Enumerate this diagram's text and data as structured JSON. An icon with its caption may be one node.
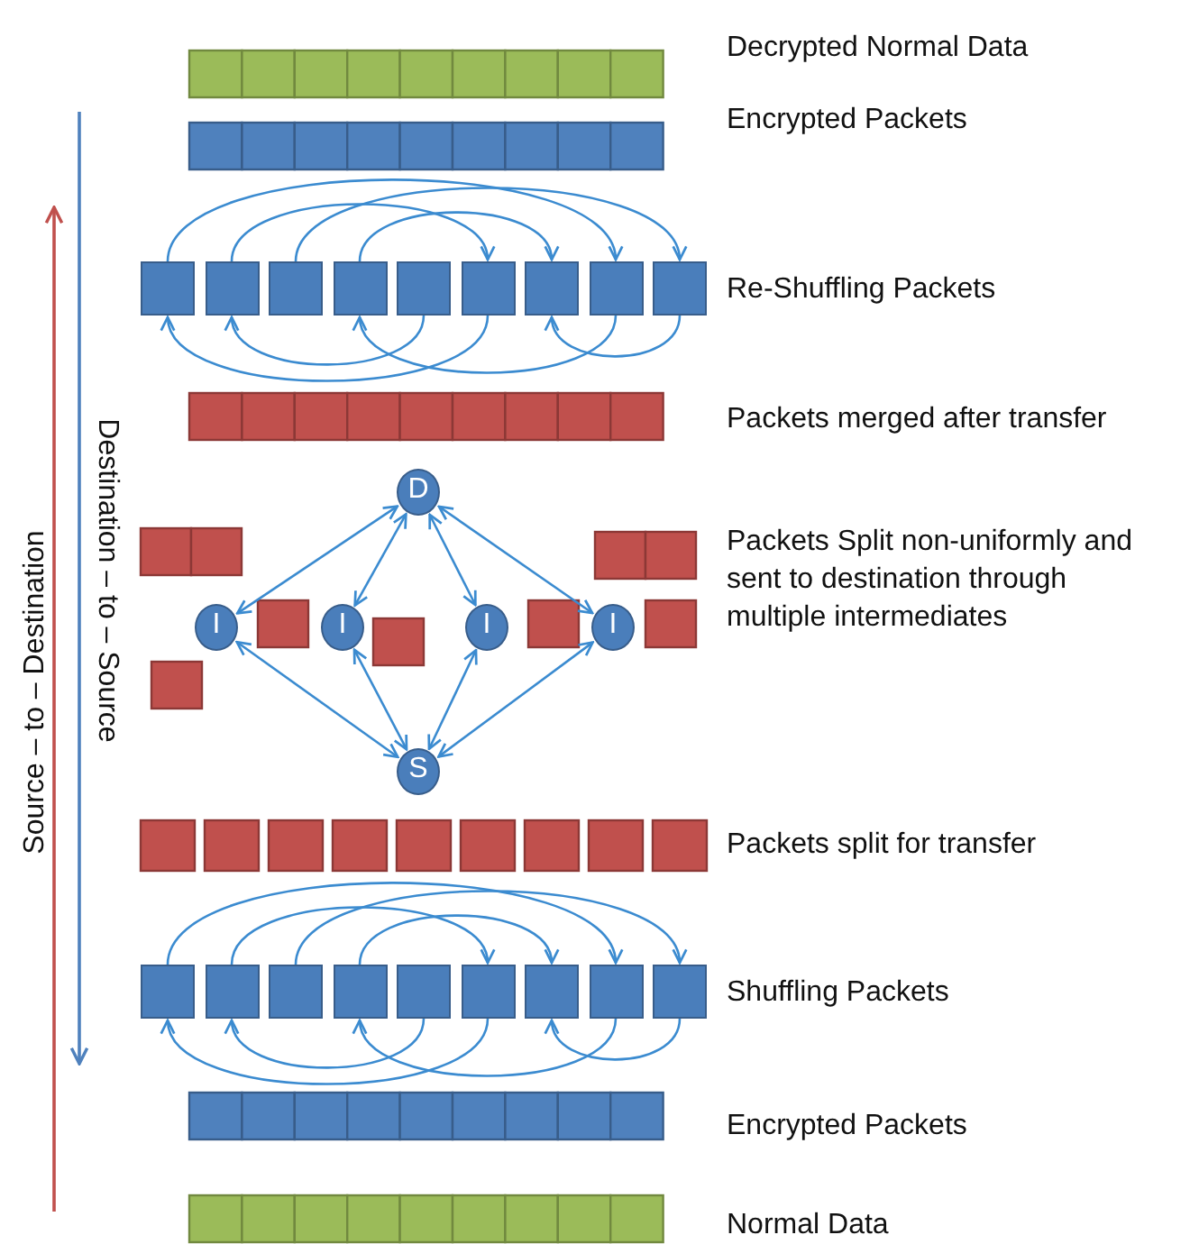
{
  "diagram": {
    "nodes": [
      {
        "text": [],
        "shape": "box"
      },
      {
        "text": [],
        "shape": "box"
      },
      {
        "text": [],
        "shape": "box"
      },
      {
        "text": [],
        "shape": "box"
      },
      {
        "text": [],
        "shape": "box"
      },
      {
        "text": [],
        "shape": "box"
      },
      {
        "text": [],
        "shape": "box"
      },
      {
        "text": [],
        "shape": "box"
      },
      {
        "text": [],
        "shape": "box"
      },
      {
        "text": [
          "D"
        ]
      },
      {
        "text": [
          "I"
        ]
      },
      {
        "text": [
          "I"
        ]
      },
      {
        "text": [
          "I"
        ]
      },
      {
        "text": [
          "I"
        ]
      },
      {
        "text": [
          "S"
        ]
      },
      {
        "text": [],
        "shape": "box"
      },
      {
        "text": [],
        "shape": "box"
      },
      {
        "text": [],
        "shape": "box"
      },
      {
        "text": [],
        "shape": "box"
      },
      {
        "text": [],
        "shape": "box"
      },
      {
        "text": [],
        "shape": "box"
      },
      {
        "text": [],
        "shape": "box"
      },
      {
        "text": [],
        "shape": "box"
      },
      {
        "text": [],
        "shape": "box"
      }
    ],
    "edges": [
      {
        "from": 0,
        "to": 7,
        "arrow": "to"
      },
      {
        "from": 1,
        "to": 5,
        "arrow": "to"
      },
      {
        "from": 2,
        "to": 8,
        "arrow": "to"
      },
      {
        "from": 3,
        "to": 6,
        "arrow": "to"
      },
      {
        "from": 4,
        "to": 1,
        "arrow": "to"
      },
      {
        "from": 5,
        "to": 0,
        "arrow": "to"
      },
      {
        "from": 7,
        "to": 3,
        "arrow": "to"
      },
      {
        "from": 8,
        "to": 6,
        "arrow": "to"
      },
      {
        "from": 9,
        "to": 10,
        "arrow": "both"
      },
      {
        "from": 9,
        "to": 11,
        "arrow": "both"
      },
      {
        "from": 9,
        "to": 12,
        "arrow": "both"
      },
      {
        "from": 9,
        "to": 13,
        "arrow": "both"
      },
      {
        "from": 10,
        "to": 14,
        "arrow": "both"
      },
      {
        "from": 11,
        "to": 14,
        "arrow": "both"
      },
      {
        "from": 12,
        "to": 14,
        "arrow": "both"
      },
      {
        "from": 13,
        "to": 14,
        "arrow": "both"
      },
      {
        "from": 15,
        "to": 22,
        "arrow": "to"
      },
      {
        "from": 16,
        "to": 20,
        "arrow": "to"
      },
      {
        "from": 17,
        "to": 23,
        "arrow": "to"
      },
      {
        "from": 18,
        "to": 21,
        "arrow": "to"
      },
      {
        "from": 19,
        "to": 16,
        "arrow": "to"
      },
      {
        "from": 20,
        "to": 15,
        "arrow": "to"
      },
      {
        "from": 22,
        "to": 18,
        "arrow": "to"
      },
      {
        "from": 23,
        "to": 21,
        "arrow": "to"
      }
    ],
    "labels": [
      "Decrypted Normal Data",
      "Encrypted Packets",
      "Re-Shuffling Packets",
      "Packets merged after transfer",
      "Packets Split non-uniformly and sent to destination through multiple intermediates",
      "Packets split for transfer",
      "Shuffling Packets",
      "Encrypted Packets",
      "Normal Data",
      "Destination – to – Source",
      "Source – to – Destination"
    ]
  }
}
